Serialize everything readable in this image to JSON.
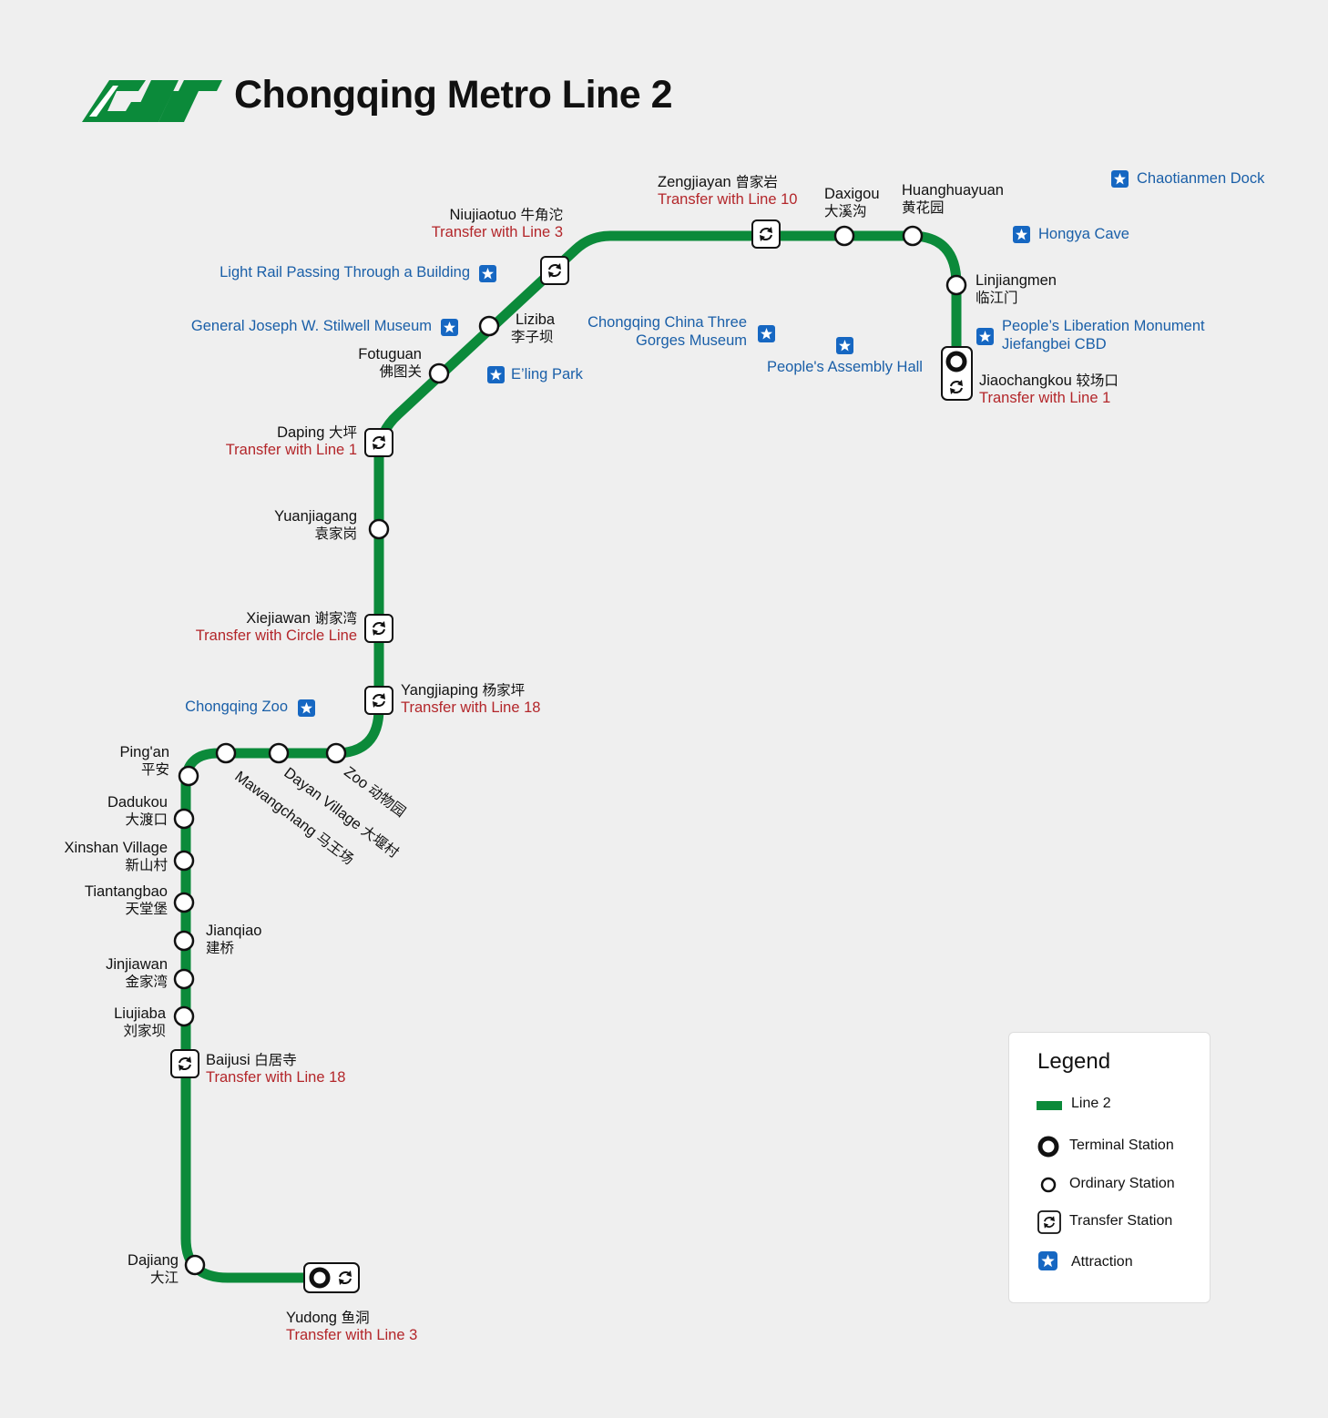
{
  "title": "Chongqing Metro Line 2",
  "line": {
    "name": "Line 2",
    "color": "#0b8a3a"
  },
  "colors": {
    "transfer_text": "#b3262a",
    "attraction_text": "#1a5fa8",
    "attraction_badge": "#1667c2"
  },
  "stations": [
    {
      "name": "Jiaochangkou",
      "zh": "较场口",
      "type": "terminal-transfer",
      "transfer": "Transfer with Line 1"
    },
    {
      "name": "Linjiangmen",
      "zh": "临江门",
      "type": "ordinary"
    },
    {
      "name": "Huanghuayuan",
      "zh": "黄花园",
      "type": "ordinary"
    },
    {
      "name": "Daxigou",
      "zh": "大溪沟",
      "type": "ordinary"
    },
    {
      "name": "Zengjiayan",
      "zh": "曾家岩",
      "type": "transfer",
      "transfer": "Transfer with Line 10"
    },
    {
      "name": "Niujiaotuo",
      "zh": "牛角沱",
      "type": "transfer",
      "transfer": "Transfer with Line 3"
    },
    {
      "name": "Liziba",
      "zh": "李子坝",
      "type": "ordinary"
    },
    {
      "name": "Fotuguan",
      "zh": "佛图关",
      "type": "ordinary"
    },
    {
      "name": "Daping",
      "zh": "大坪",
      "type": "transfer",
      "transfer": "Transfer with Line 1"
    },
    {
      "name": "Yuanjiagang",
      "zh": "袁家岗",
      "type": "ordinary"
    },
    {
      "name": "Xiejiawan",
      "zh": "谢家湾",
      "type": "transfer",
      "transfer": "Transfer with Circle Line"
    },
    {
      "name": "Yangjiaping",
      "zh": "杨家坪",
      "type": "transfer",
      "transfer": "Transfer with Line 18"
    },
    {
      "name": "Zoo",
      "zh": "动物园",
      "type": "ordinary"
    },
    {
      "name": "Dayan Village",
      "zh": "大堰村",
      "type": "ordinary"
    },
    {
      "name": "Mawangchang",
      "zh": "马王场",
      "type": "ordinary"
    },
    {
      "name": "Ping'an",
      "zh": "平安",
      "type": "ordinary"
    },
    {
      "name": "Dadukou",
      "zh": "大渡口",
      "type": "ordinary"
    },
    {
      "name": "Xinshan Village",
      "zh": "新山村",
      "type": "ordinary"
    },
    {
      "name": "Tiantangbao",
      "zh": "天堂堡",
      "type": "ordinary"
    },
    {
      "name": "Jianqiao",
      "zh": "建桥",
      "type": "ordinary"
    },
    {
      "name": "Jinjiawan",
      "zh": "金家湾",
      "type": "ordinary"
    },
    {
      "name": "Liujiaba",
      "zh": "刘家坝",
      "type": "ordinary"
    },
    {
      "name": "Baijusi",
      "zh": "白居寺",
      "type": "transfer",
      "transfer": "Transfer with Line 18"
    },
    {
      "name": "Dajiang",
      "zh": "大江",
      "type": "ordinary"
    },
    {
      "name": "Yudong",
      "zh": "鱼洞",
      "type": "terminal-transfer",
      "transfer": "Transfer with Line 3"
    }
  ],
  "attractions": [
    "Chaotianmen Dock",
    "Hongya Cave",
    "People’s Liberation Monument",
    "Jiefangbei CBD",
    "People's Assembly Hall",
    "Chongqing China Three",
    "Gorges Museum",
    "Light Rail Passing Through a Building",
    "General Joseph W. Stilwell Museum",
    "E’ling Park",
    "Chongqing Zoo"
  ],
  "legend": {
    "title": "Legend",
    "items": [
      {
        "label": "Line 2",
        "icon": "line-swatch"
      },
      {
        "label": "Terminal Station",
        "icon": "terminal-station-icon"
      },
      {
        "label": "Ordinary Station",
        "icon": "ordinary-station-icon"
      },
      {
        "label": "Transfer Station",
        "icon": "transfer-station-icon"
      },
      {
        "label": "Attraction",
        "icon": "attraction-star-icon"
      }
    ]
  }
}
